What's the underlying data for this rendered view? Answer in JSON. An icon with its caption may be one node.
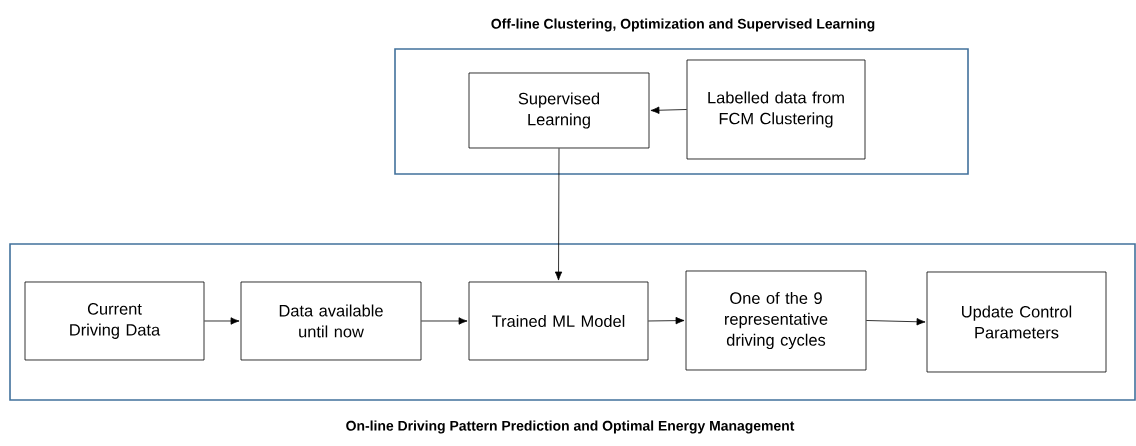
{
  "diagram": {
    "nodes": [
      {
        "text": [
          "Off-line Clustering, Optimization and Supervised Learning"
        ]
      },
      {
        "text": [
          "Supervised Learning"
        ],
        "in": 0
      },
      {
        "text": [
          "Labelled data from FCM Clustering"
        ],
        "in": 0
      },
      {
        "text": [
          "On-line Driving Pattern Prediction and Optimal Energy Management"
        ]
      },
      {
        "text": [
          "Current Driving Data"
        ],
        "in": 3
      },
      {
        "text": [
          "Data available until now"
        ],
        "in": 3
      },
      {
        "text": [
          "Trained ML Model"
        ],
        "in": 3
      },
      {
        "text": [
          "One of the 9 representative driving cycles"
        ],
        "in": 3
      },
      {
        "text": [
          "Update Control Parameters"
        ],
        "in": 3
      }
    ],
    "edges": [
      {
        "from": 2,
        "to": 1,
        "arrow": "to"
      },
      {
        "from": 1,
        "to": 6,
        "arrow": "to"
      },
      {
        "from": 4,
        "to": 5,
        "arrow": "to"
      },
      {
        "from": 5,
        "to": 6,
        "arrow": "to"
      },
      {
        "from": 6,
        "to": 7,
        "arrow": "to"
      },
      {
        "from": 7,
        "to": 8,
        "arrow": "to"
      }
    ]
  }
}
